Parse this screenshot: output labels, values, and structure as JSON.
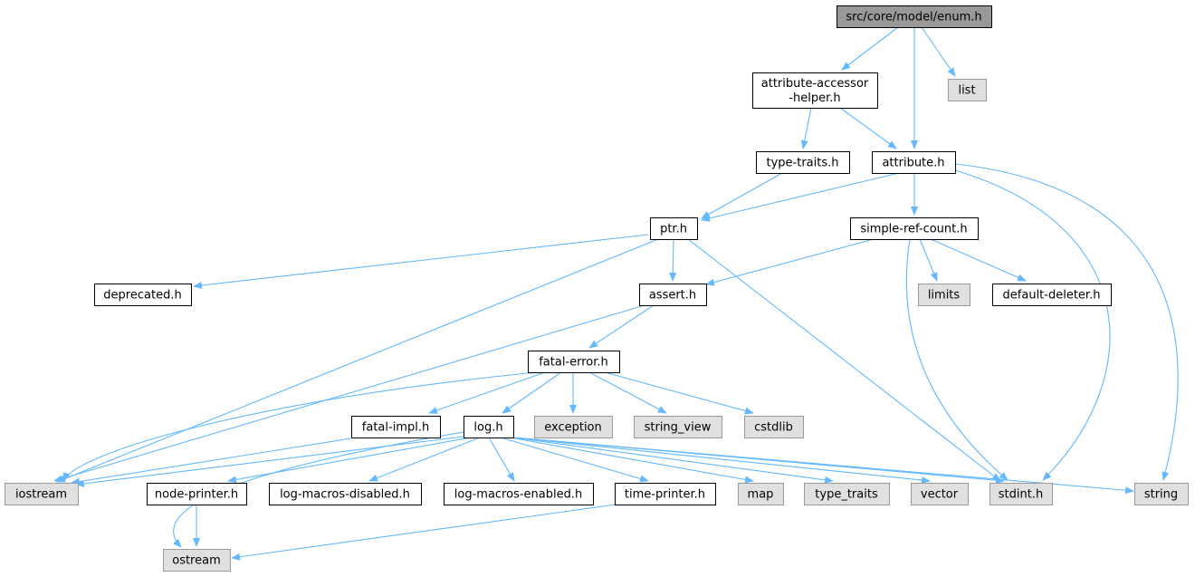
{
  "colors": {
    "root_fill": "#999999",
    "local_fill": "#ffffff",
    "system_fill": "#e0e0e0",
    "border_dark": "#000000",
    "border_system": "#999999",
    "edge": "#63b8ff"
  },
  "nodes": [
    {
      "id": "enum",
      "label": "src/core/model/enum.h",
      "kind": "root"
    },
    {
      "id": "aah",
      "label": "attribute-accessor",
      "label2": "-helper.h",
      "kind": "local"
    },
    {
      "id": "list",
      "label": "list",
      "kind": "system"
    },
    {
      "id": "tt",
      "label": "type-traits.h",
      "kind": "local"
    },
    {
      "id": "attr",
      "label": "attribute.h",
      "kind": "local"
    },
    {
      "id": "ptr",
      "label": "ptr.h",
      "kind": "local"
    },
    {
      "id": "src",
      "label": "simple-ref-count.h",
      "kind": "local"
    },
    {
      "id": "depr",
      "label": "deprecated.h",
      "kind": "local"
    },
    {
      "id": "assert",
      "label": "assert.h",
      "kind": "local"
    },
    {
      "id": "limits",
      "label": "limits",
      "kind": "system"
    },
    {
      "id": "dd",
      "label": "default-deleter.h",
      "kind": "local"
    },
    {
      "id": "fe",
      "label": "fatal-error.h",
      "kind": "local"
    },
    {
      "id": "fi",
      "label": "fatal-impl.h",
      "kind": "local"
    },
    {
      "id": "log",
      "label": "log.h",
      "kind": "local"
    },
    {
      "id": "exc",
      "label": "exception",
      "kind": "system"
    },
    {
      "id": "sv",
      "label": "string_view",
      "kind": "system"
    },
    {
      "id": "cstd",
      "label": "cstdlib",
      "kind": "system"
    },
    {
      "id": "ios",
      "label": "iostream",
      "kind": "system"
    },
    {
      "id": "np",
      "label": "node-printer.h",
      "kind": "local"
    },
    {
      "id": "lmd",
      "label": "log-macros-disabled.h",
      "kind": "local"
    },
    {
      "id": "lme",
      "label": "log-macros-enabled.h",
      "kind": "local"
    },
    {
      "id": "tp",
      "label": "time-printer.h",
      "kind": "local"
    },
    {
      "id": "map",
      "label": "map",
      "kind": "system"
    },
    {
      "id": "typetraits",
      "label": "type_traits",
      "kind": "system"
    },
    {
      "id": "vec",
      "label": "vector",
      "kind": "system"
    },
    {
      "id": "stdint",
      "label": "stdint.h",
      "kind": "system"
    },
    {
      "id": "string",
      "label": "string",
      "kind": "system"
    },
    {
      "id": "ostream",
      "label": "ostream",
      "kind": "system"
    }
  ],
  "edges": [
    {
      "from": "enum",
      "to": "aah"
    },
    {
      "from": "enum",
      "to": "attr"
    },
    {
      "from": "enum",
      "to": "list"
    },
    {
      "from": "aah",
      "to": "tt"
    },
    {
      "from": "aah",
      "to": "attr"
    },
    {
      "from": "tt",
      "to": "ptr"
    },
    {
      "from": "attr",
      "to": "ptr"
    },
    {
      "from": "attr",
      "to": "src"
    },
    {
      "from": "attr",
      "to": "stdint"
    },
    {
      "from": "attr",
      "to": "string"
    },
    {
      "from": "ptr",
      "to": "depr"
    },
    {
      "from": "ptr",
      "to": "assert"
    },
    {
      "from": "ptr",
      "to": "ios"
    },
    {
      "from": "ptr",
      "to": "stdint"
    },
    {
      "from": "src",
      "to": "assert"
    },
    {
      "from": "src",
      "to": "limits"
    },
    {
      "from": "src",
      "to": "dd"
    },
    {
      "from": "src",
      "to": "stdint"
    },
    {
      "from": "assert",
      "to": "fe"
    },
    {
      "from": "assert",
      "to": "ios"
    },
    {
      "from": "fe",
      "to": "fi"
    },
    {
      "from": "fe",
      "to": "log"
    },
    {
      "from": "fe",
      "to": "exc"
    },
    {
      "from": "fe",
      "to": "sv"
    },
    {
      "from": "fe",
      "to": "cstd"
    },
    {
      "from": "fe",
      "to": "ios"
    },
    {
      "from": "fi",
      "to": "ios"
    },
    {
      "from": "log",
      "to": "ios"
    },
    {
      "from": "log",
      "to": "np"
    },
    {
      "from": "log",
      "to": "lmd"
    },
    {
      "from": "log",
      "to": "lme"
    },
    {
      "from": "log",
      "to": "tp"
    },
    {
      "from": "log",
      "to": "map"
    },
    {
      "from": "log",
      "to": "typetraits"
    },
    {
      "from": "log",
      "to": "vec"
    },
    {
      "from": "log",
      "to": "stdint"
    },
    {
      "from": "log",
      "to": "string"
    },
    {
      "from": "log",
      "to": "ostream"
    },
    {
      "from": "np",
      "to": "ostream"
    },
    {
      "from": "tp",
      "to": "ostream"
    }
  ]
}
